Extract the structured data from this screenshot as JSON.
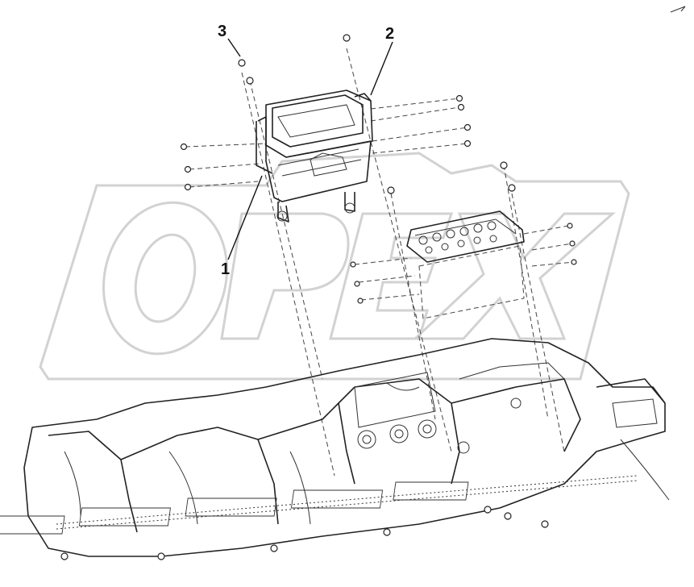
{
  "diagram": {
    "callouts": [
      {
        "id": "1",
        "label": "1"
      },
      {
        "id": "2",
        "label": "2"
      },
      {
        "id": "3",
        "label": "3"
      }
    ],
    "watermark": {
      "text": "OPEX",
      "color": "#d2d2d2"
    },
    "colors": {
      "line": "#222222",
      "background": "#ffffff"
    }
  }
}
